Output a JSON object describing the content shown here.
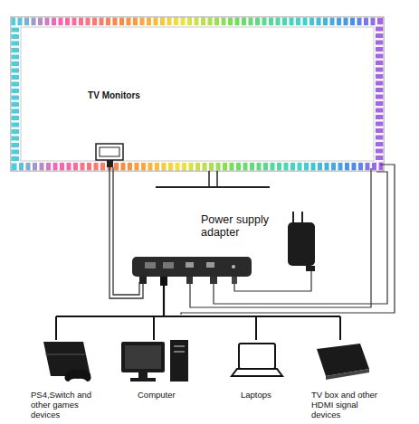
{
  "diagram": {
    "nodes": [
      {
        "text": [
          "TV Monitors"
        ]
      }
    ],
    "labels": [
      "Power supply adapter",
      "PS4,Switch and other games devices",
      "Computer",
      "Laptops",
      "TV box and other HDMI signal devices"
    ]
  }
}
